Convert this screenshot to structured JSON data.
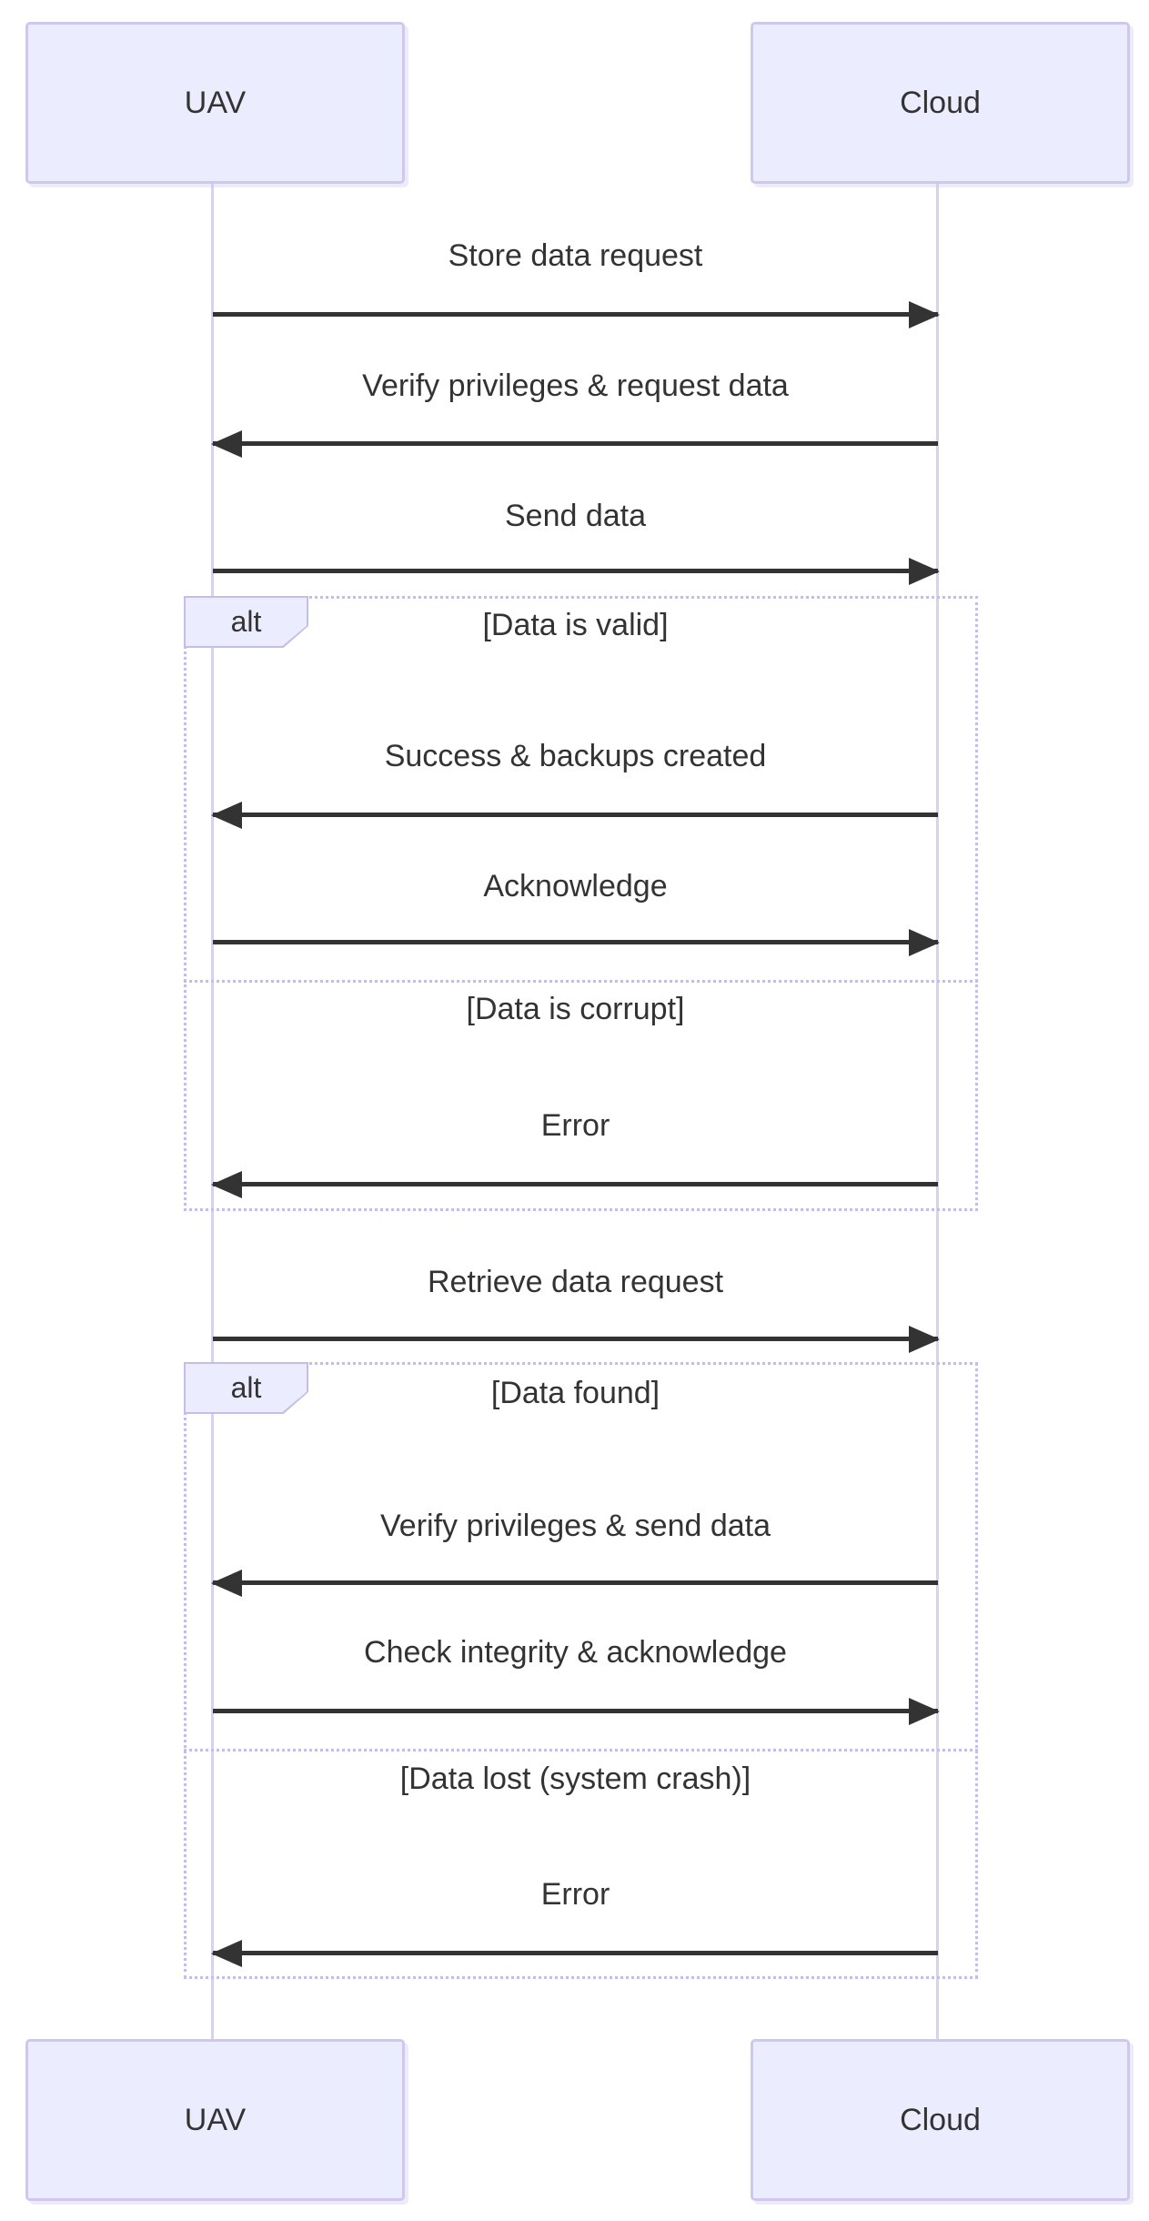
{
  "diagram_type": "sequence-diagram",
  "actors": {
    "left": "UAV",
    "right": "Cloud"
  },
  "messages": [
    {
      "label": "Store data request",
      "from": "UAV",
      "to": "Cloud",
      "direction": "right"
    },
    {
      "label": "Verify privileges & request data",
      "from": "Cloud",
      "to": "UAV",
      "direction": "left"
    },
    {
      "label": "Send data",
      "from": "UAV",
      "to": "Cloud",
      "direction": "right"
    },
    {
      "label": "Success & backups created",
      "from": "Cloud",
      "to": "UAV",
      "direction": "left"
    },
    {
      "label": "Acknowledge",
      "from": "UAV",
      "to": "Cloud",
      "direction": "right"
    },
    {
      "label": "Error",
      "from": "Cloud",
      "to": "UAV",
      "direction": "left"
    },
    {
      "label": "Retrieve data request",
      "from": "UAV",
      "to": "Cloud",
      "direction": "right"
    },
    {
      "label": "Verify privileges & send data",
      "from": "Cloud",
      "to": "UAV",
      "direction": "left"
    },
    {
      "label": "Check integrity & acknowledge",
      "from": "UAV",
      "to": "Cloud",
      "direction": "right"
    },
    {
      "label": "Error",
      "from": "Cloud",
      "to": "UAV",
      "direction": "left"
    }
  ],
  "alt_blocks": [
    {
      "operator": "alt",
      "conditions": [
        "[Data is valid]",
        "[Data is corrupt]"
      ]
    },
    {
      "operator": "alt",
      "conditions": [
        "[Data found]",
        "[Data lost (system crash)]"
      ]
    }
  ],
  "colors": {
    "actor_fill": "#ECECFF",
    "actor_border": "#CFC7EE",
    "lifeline": "#D8D2EF",
    "frame_border": "#C3BEE8",
    "signal": "#333333",
    "text": "#333333",
    "background": "#FFFFFF"
  }
}
